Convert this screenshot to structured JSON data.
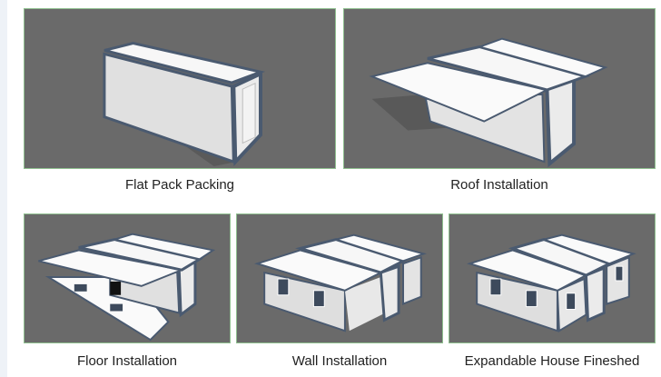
{
  "steps": [
    {
      "label": "Flat Pack Packing"
    },
    {
      "label": "Roof Installation"
    },
    {
      "label": "Floor Installation"
    },
    {
      "label": "Wall Installation"
    },
    {
      "label": "Expandable House Fineshed"
    }
  ],
  "colors": {
    "background": "#ffffff",
    "panel_bg": "#6a6a6a",
    "panel_border": "#8fbf8f",
    "frame": "#4a5a70",
    "wall": "#e4e4e4",
    "roof": "#ffffff"
  }
}
